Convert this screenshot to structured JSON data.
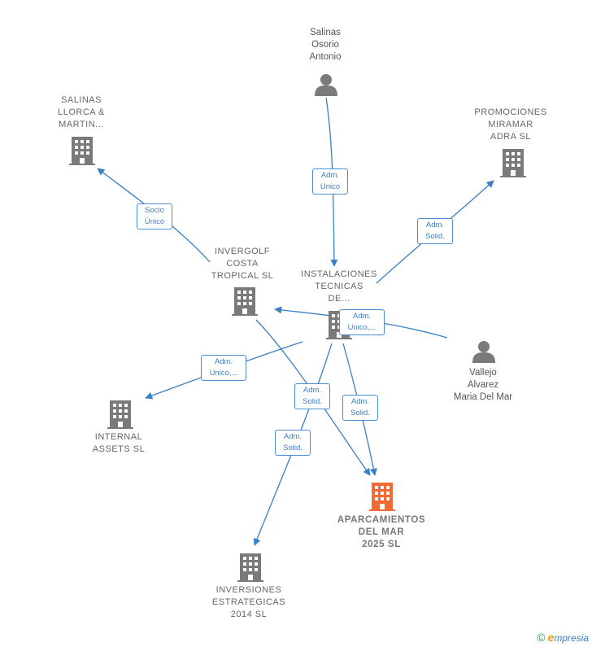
{
  "colors": {
    "edge": "#3b7fc4",
    "node": "#777777",
    "target": "#f26a35"
  },
  "nodes": {
    "salinas_osorio": {
      "line1": "Salinas",
      "line2": "Osorio",
      "line3": "Antonio",
      "icon": "person-icon"
    },
    "salinas_llorca": {
      "line1": "SALINAS",
      "line2": "LLORCA &",
      "line3": "MARTIN...",
      "icon": "building-icon"
    },
    "promociones": {
      "line1": "PROMOCIONES",
      "line2": "MIRAMAR",
      "line3": "ADRA SL",
      "icon": "building-icon"
    },
    "invergolf": {
      "line1": "INVERGOLF",
      "line2": "COSTA",
      "line3": "TROPICAL  SL",
      "icon": "building-icon"
    },
    "instalaciones": {
      "line1": "INSTALACIONES",
      "line2": "TECNICAS",
      "line3": "DE...",
      "icon": "building-icon"
    },
    "vallejo": {
      "line1": "Vallejo",
      "line2": "Alvarez",
      "line3": "Maria Del Mar",
      "icon": "person-icon"
    },
    "internal_assets": {
      "line1": "INTERNAL",
      "line2": "ASSETS  SL",
      "icon": "building-icon"
    },
    "aparcamientos": {
      "line1": "APARCAMIENTOS",
      "line2": "DEL MAR",
      "line3": "2025  SL",
      "icon": "building-icon"
    },
    "inversiones": {
      "line1": "INVERSIONES",
      "line2": "ESTRATEGICAS",
      "line3": "2014  SL",
      "icon": "building-icon"
    }
  },
  "edges": {
    "e1": {
      "line1": "Adm.",
      "line2": "Unico"
    },
    "e2": {
      "line1": "Socio",
      "line2": "Único"
    },
    "e3": {
      "line1": "Adm.",
      "line2": "Solid."
    },
    "e4": {
      "line1": "Adm.",
      "line2": "Unico,..."
    },
    "e5": {
      "line1": "Adm.",
      "line2": "Unico,..."
    },
    "e6": {
      "line1": "Adm.",
      "line2": "Solid."
    },
    "e7": {
      "line1": "Adm.",
      "line2": "Solid."
    },
    "e8": {
      "line1": "Adm.",
      "line2": "Solid."
    }
  },
  "brand": {
    "copyright": "©",
    "first_letter": "e",
    "rest": "mpresia"
  }
}
